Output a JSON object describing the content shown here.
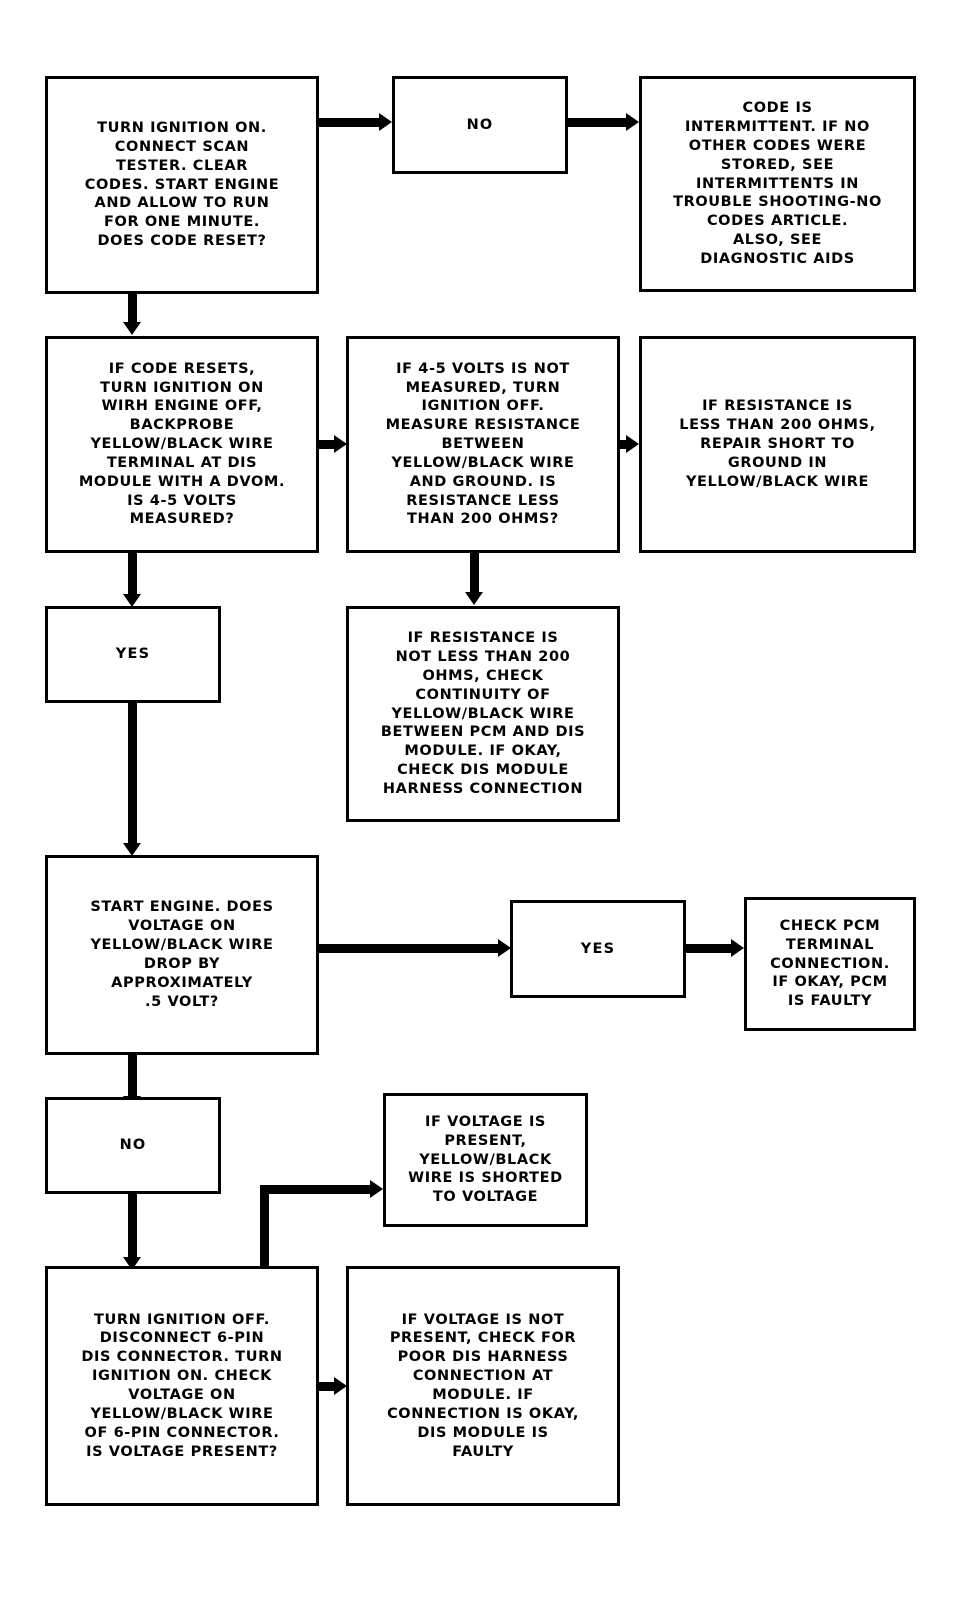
{
  "diagram": {
    "title": "DIS Ignition Control Circuit Diagnostic Flowchart",
    "stroke_color": "#000000",
    "fill_color": "#ffffff",
    "nodes": [
      {
        "id": "n1",
        "name": "turn-ignition-on-start",
        "text": "TURN IGNITION ON.\nCONNECT SCAN\nTESTER. CLEAR\nCODES. START ENGINE\nAND ALLOW TO RUN\nFOR ONE MINUTE.\nDOES CODE RESET?"
      },
      {
        "id": "n2",
        "name": "decision-no-top",
        "text": "NO"
      },
      {
        "id": "n3",
        "name": "code-is-intermittent",
        "text": "CODE IS\nINTERMITTENT. IF NO\nOTHER CODES WERE\nSTORED, SEE\nINTERMITTENTS IN\nTROUBLE SHOOTING-NO\nCODES ARTICLE.\nALSO, SEE\nDIAGNOSTIC AIDS"
      },
      {
        "id": "n4",
        "name": "if-code-resets-backprobe",
        "text": "IF CODE RESETS,\nTURN IGNITION ON\nWIRH ENGINE OFF,\nBACKPROBE\nYELLOW/BLACK WIRE\nTERMINAL AT DIS\nMODULE WITH A DVOM.\nIS 4-5 VOLTS\nMEASURED?"
      },
      {
        "id": "n5",
        "name": "measure-resistance-to-ground",
        "text": "IF 4-5 VOLTS IS NOT\nMEASURED, TURN\nIGNITION OFF.\nMEASURE RESISTANCE\nBETWEEN\nYELLOW/BLACK WIRE\nAND GROUND. IS\nRESISTANCE LESS\nTHAN 200 OHMS?"
      },
      {
        "id": "n6",
        "name": "repair-short-to-ground",
        "text": "IF RESISTANCE IS\nLESS THAN 200 OHMS,\nREPAIR SHORT TO\nGROUND IN\nYELLOW/BLACK WIRE"
      },
      {
        "id": "n7",
        "name": "decision-yes-upper",
        "text": "YES"
      },
      {
        "id": "n8",
        "name": "check-continuity-pcm-dis",
        "text": "IF RESISTANCE IS\nNOT LESS THAN 200\nOHMS, CHECK\nCONTINUITY OF\nYELLOW/BLACK WIRE\nBETWEEN PCM AND DIS\nMODULE. IF OKAY,\nCHECK DIS MODULE\nHARNESS CONNECTION"
      },
      {
        "id": "n9",
        "name": "start-engine-voltage-drop",
        "text": "START ENGINE. DOES\nVOLTAGE ON\nYELLOW/BLACK WIRE\nDROP BY\nAPPROXIMATELY\n.5 VOLT?"
      },
      {
        "id": "n10",
        "name": "decision-yes-lower",
        "text": "YES"
      },
      {
        "id": "n11",
        "name": "check-pcm-terminal",
        "text": "CHECK PCM\nTERMINAL\nCONNECTION.\nIF OKAY, PCM\nIS FAULTY"
      },
      {
        "id": "n12",
        "name": "decision-no-lower",
        "text": "NO"
      },
      {
        "id": "n13",
        "name": "wire-shorted-to-voltage",
        "text": "IF VOLTAGE IS\nPRESENT,\nYELLOW/BLACK\nWIRE IS SHORTED\nTO VOLTAGE"
      },
      {
        "id": "n14",
        "name": "disconnect-6-pin-connector",
        "text": "TURN IGNITION OFF.\nDISCONNECT 6-PIN\nDIS CONNECTOR. TURN\nIGNITION ON. CHECK\nVOLTAGE ON\nYELLOW/BLACK WIRE\nOF 6-PIN CONNECTOR.\nIS VOLTAGE PRESENT?"
      },
      {
        "id": "n15",
        "name": "dis-module-is-faulty",
        "text": "IF VOLTAGE IS NOT\nPRESENT, CHECK FOR\nPOOR DIS HARNESS\nCONNECTION AT\nMODULE. IF\nCONNECTION IS OKAY,\nDIS MODULE IS\nFAULTY"
      }
    ],
    "edges": [
      {
        "name": "edge-n1-to-n2",
        "from": "n1",
        "to": "n2",
        "kind": "horizontal-right"
      },
      {
        "name": "edge-n2-to-n3",
        "from": "n2",
        "to": "n3",
        "kind": "horizontal-right"
      },
      {
        "name": "edge-n1-to-n4",
        "from": "n1",
        "to": "n4",
        "kind": "vertical-down"
      },
      {
        "name": "edge-n4-to-n5",
        "from": "n4",
        "to": "n5",
        "kind": "horizontal-right"
      },
      {
        "name": "edge-n5-to-n6",
        "from": "n5",
        "to": "n6",
        "kind": "horizontal-right"
      },
      {
        "name": "edge-n4-to-n7",
        "from": "n4",
        "to": "n7",
        "kind": "vertical-down"
      },
      {
        "name": "edge-n5-to-n8",
        "from": "n5",
        "to": "n8",
        "kind": "vertical-down"
      },
      {
        "name": "edge-n7-to-n9",
        "from": "n7",
        "to": "n9",
        "kind": "vertical-down"
      },
      {
        "name": "edge-n9-to-n10",
        "from": "n9",
        "to": "n10",
        "kind": "horizontal-right"
      },
      {
        "name": "edge-n10-to-n11",
        "from": "n10",
        "to": "n11",
        "kind": "horizontal-right"
      },
      {
        "name": "edge-n9-to-n12",
        "from": "n9",
        "to": "n12",
        "kind": "vertical-down"
      },
      {
        "name": "edge-n12-to-n14",
        "from": "n12",
        "to": "n14",
        "kind": "vertical-down"
      },
      {
        "name": "edge-n14-to-n13",
        "from": "n14",
        "to": "n13",
        "kind": "elbow-up-right"
      },
      {
        "name": "edge-n14-to-n15",
        "from": "n14",
        "to": "n15",
        "kind": "horizontal-right"
      }
    ]
  }
}
